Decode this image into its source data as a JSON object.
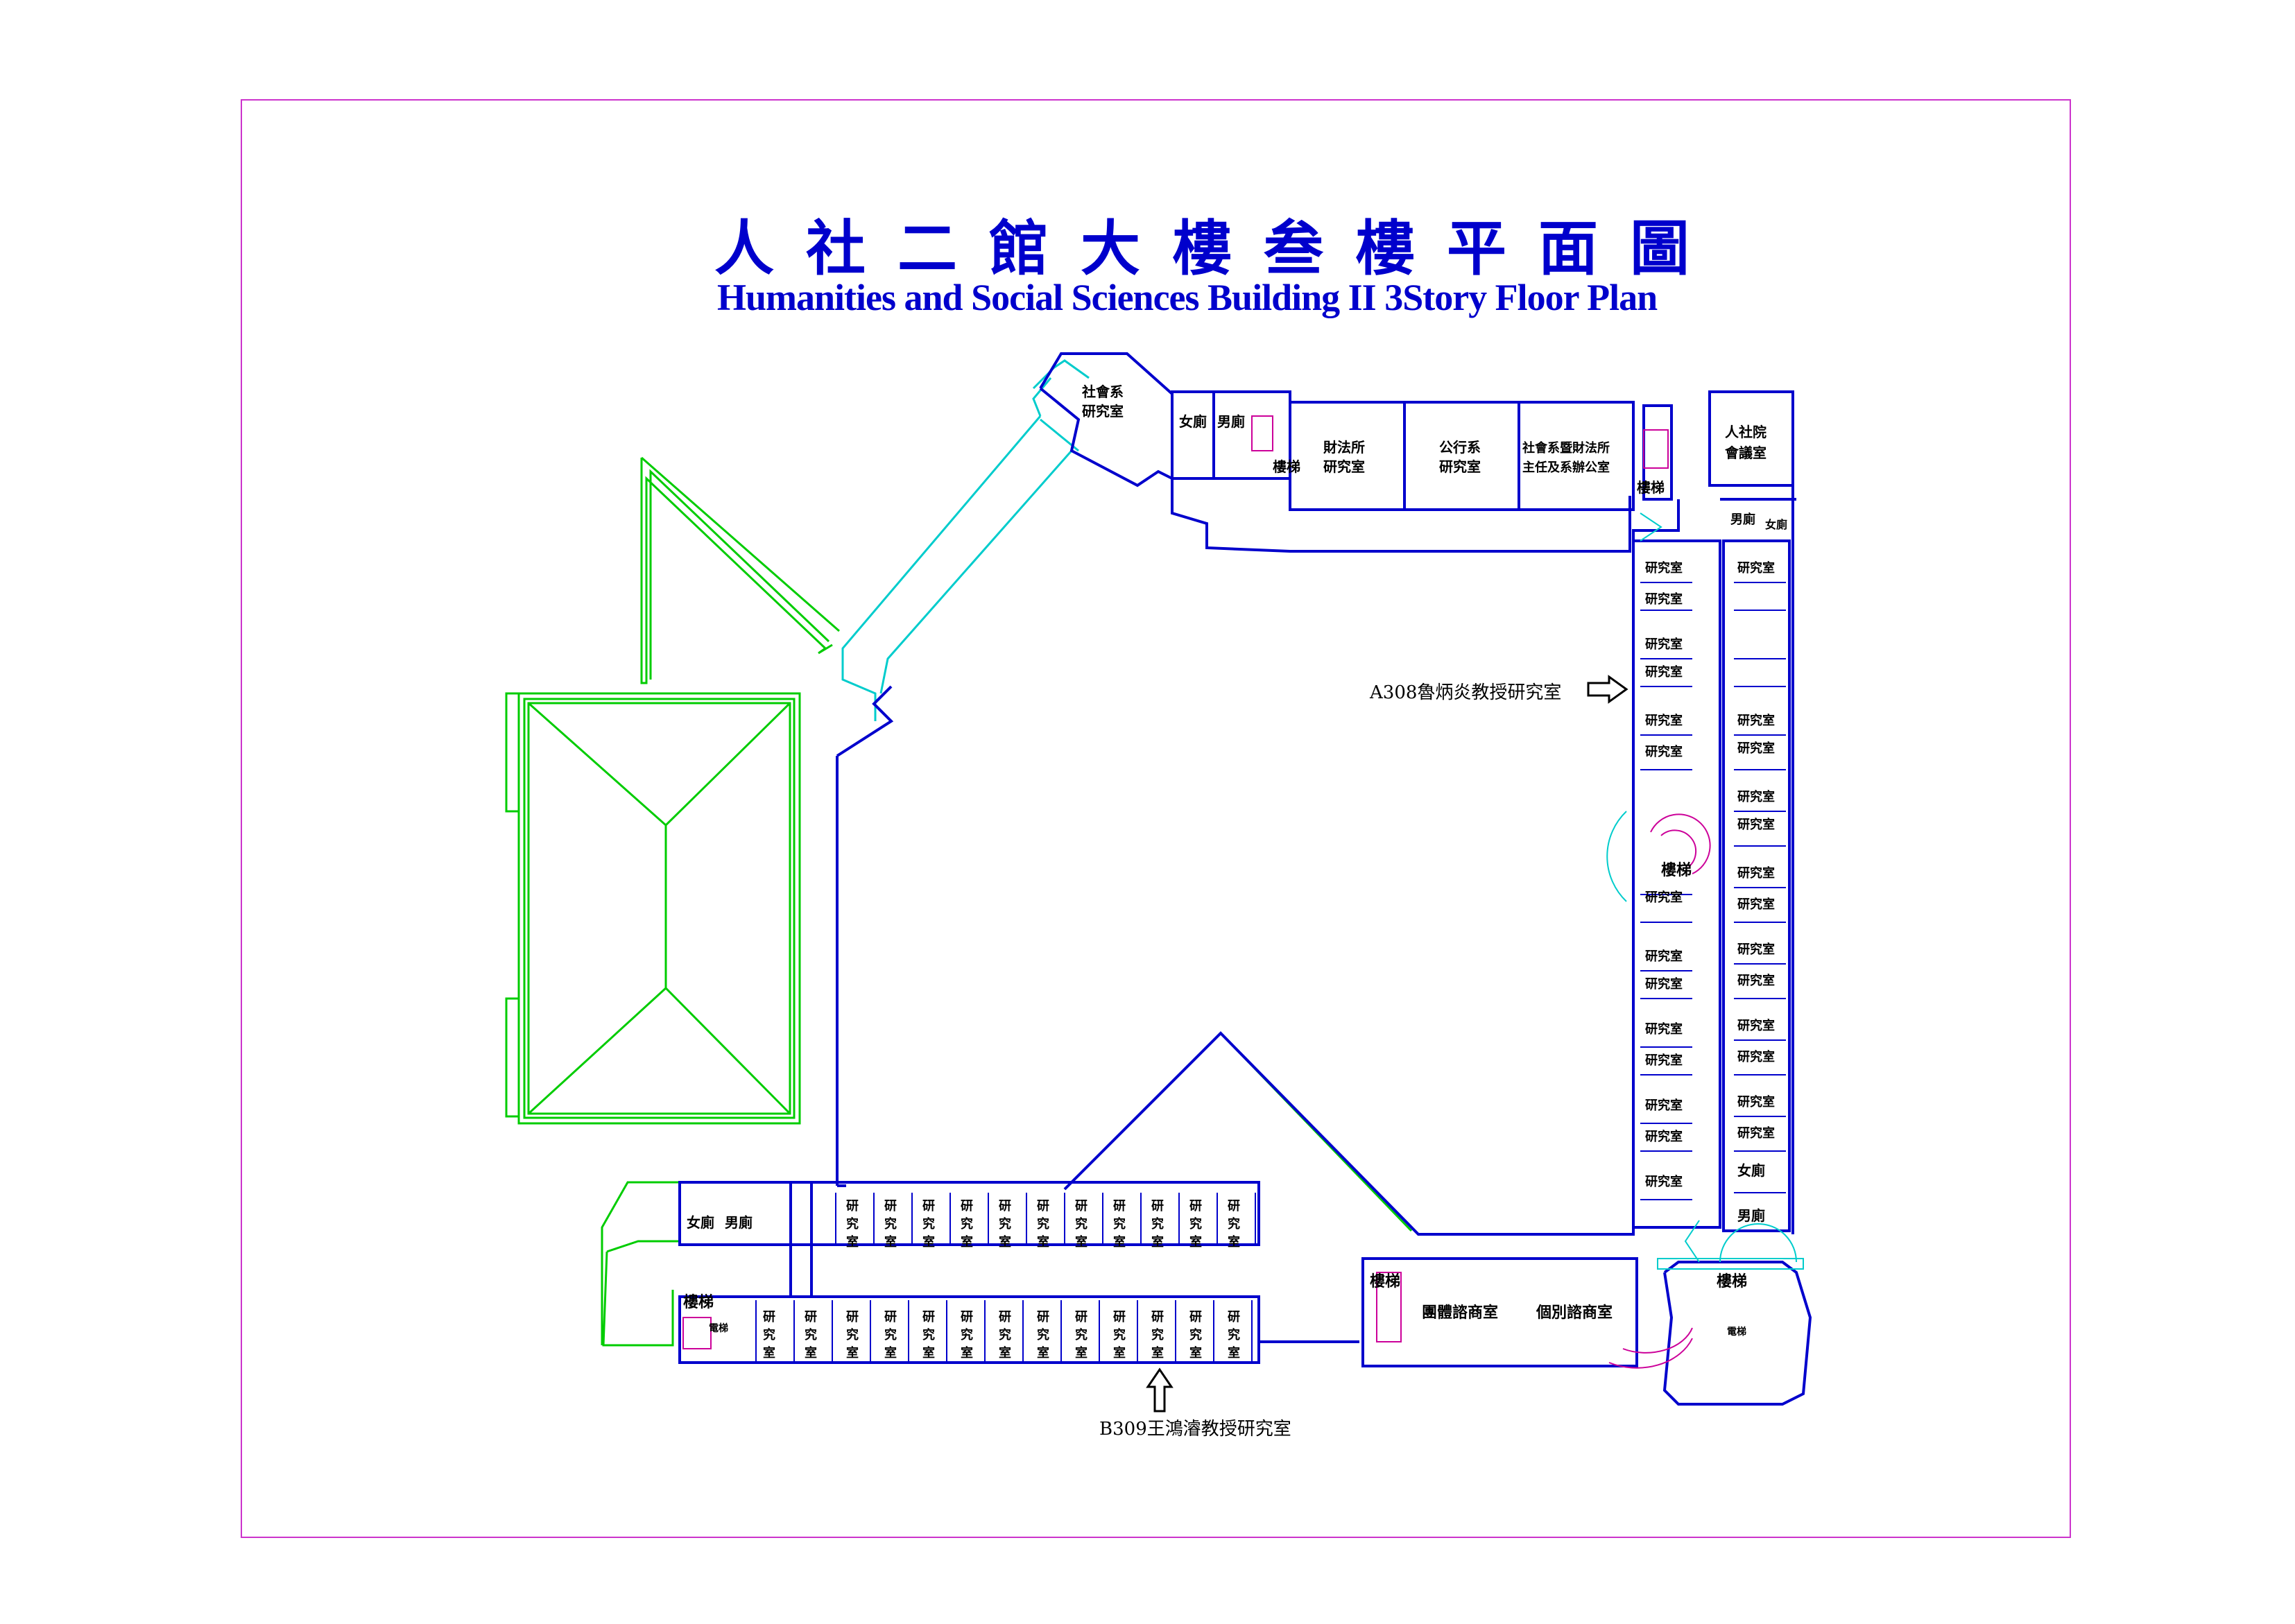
{
  "title_zh": "人社二館大樓叁樓平面圖",
  "title_en": "Humanities and Social Sciences Building II 3Story Floor Plan",
  "callouts": {
    "a308": "A308魯炳炎教授研究室",
    "b309": "B309王鴻濬教授研究室"
  },
  "labels": {
    "soc_research_1": "社會系",
    "soc_research_2": "研究室",
    "women": "女廁",
    "men": "男廁",
    "stairs": "樓梯",
    "fin_law_1": "財法所",
    "fin_law_2": "研究室",
    "pub_admin_1": "公行系",
    "pub_admin_2": "研究室",
    "dept_head_1": "社會系暨財法所",
    "dept_head_2": "主任及系辦公室",
    "college_meeting_1": "人社院",
    "college_meeting_2": "會議室",
    "research": "研究室",
    "group_counsel": "團體諮商室",
    "indiv_counsel": "個別諮商室",
    "elevator": "電梯"
  },
  "colors": {
    "title": "#0000cc",
    "wall": "#0000cc",
    "roof": "#00cc00",
    "corridor": "#00cccc",
    "stair": "#cc0099",
    "frame": "#cc33cc"
  }
}
